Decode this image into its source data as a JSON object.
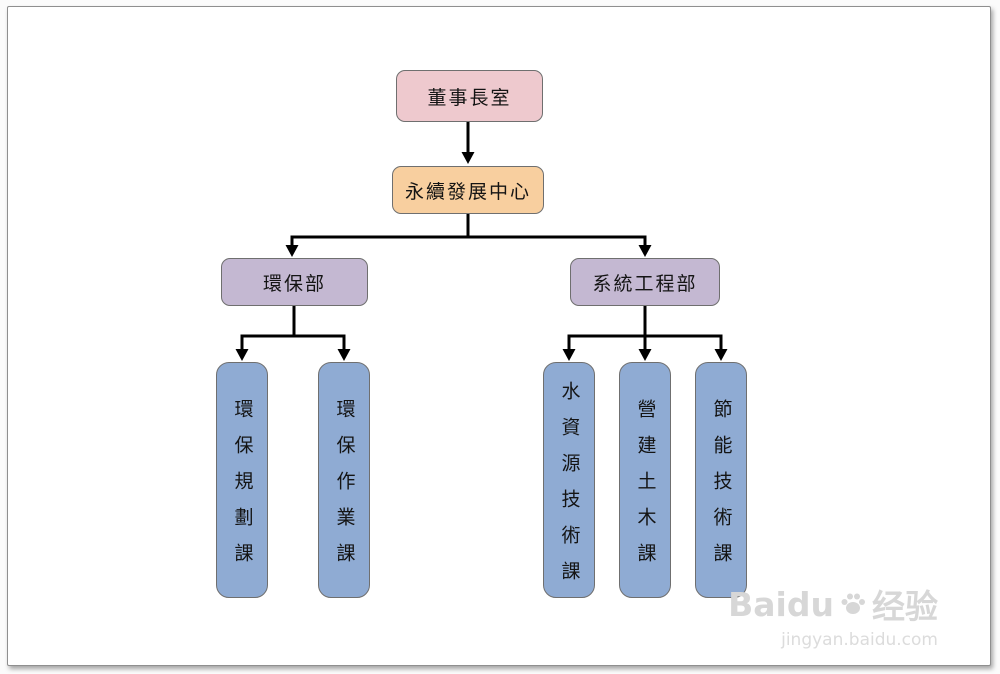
{
  "diagram": {
    "type": "org-chart",
    "nodes": {
      "chairman": {
        "label": "董事長室",
        "level": 1
      },
      "sustain_center": {
        "label": "永續發展中心",
        "level": 2
      },
      "env_dept": {
        "label": "環保部",
        "level": 3
      },
      "sys_eng_dept": {
        "label": "系統工程部",
        "level": 3
      },
      "env_planning": {
        "label": "環保規劃課",
        "level": 4
      },
      "env_operations": {
        "label": "環保作業課",
        "level": 4
      },
      "water_resources": {
        "label": "水資源技術課",
        "level": 4
      },
      "construction": {
        "label": "營建土木課",
        "level": 4
      },
      "energy_saving": {
        "label": "節能技術課",
        "level": 4
      }
    },
    "edges": [
      {
        "from": "chairman",
        "to": "sustain_center"
      },
      {
        "from": "sustain_center",
        "to": "env_dept"
      },
      {
        "from": "sustain_center",
        "to": "sys_eng_dept"
      },
      {
        "from": "env_dept",
        "to": "env_planning"
      },
      {
        "from": "env_dept",
        "to": "env_operations"
      },
      {
        "from": "sys_eng_dept",
        "to": "water_resources"
      },
      {
        "from": "sys_eng_dept",
        "to": "construction"
      },
      {
        "from": "sys_eng_dept",
        "to": "energy_saving"
      }
    ],
    "colors": {
      "chairman_box": "#eec9ce",
      "center_box": "#f8cf9f",
      "dept_box": "#c4b8d2",
      "section_box": "#8fabd3",
      "connector": "#000000",
      "border": "#6f6f6f"
    }
  },
  "watermark": {
    "brand_latin": "Baidu",
    "brand_cjk": "经验",
    "url": "jingyan.baidu.com"
  }
}
